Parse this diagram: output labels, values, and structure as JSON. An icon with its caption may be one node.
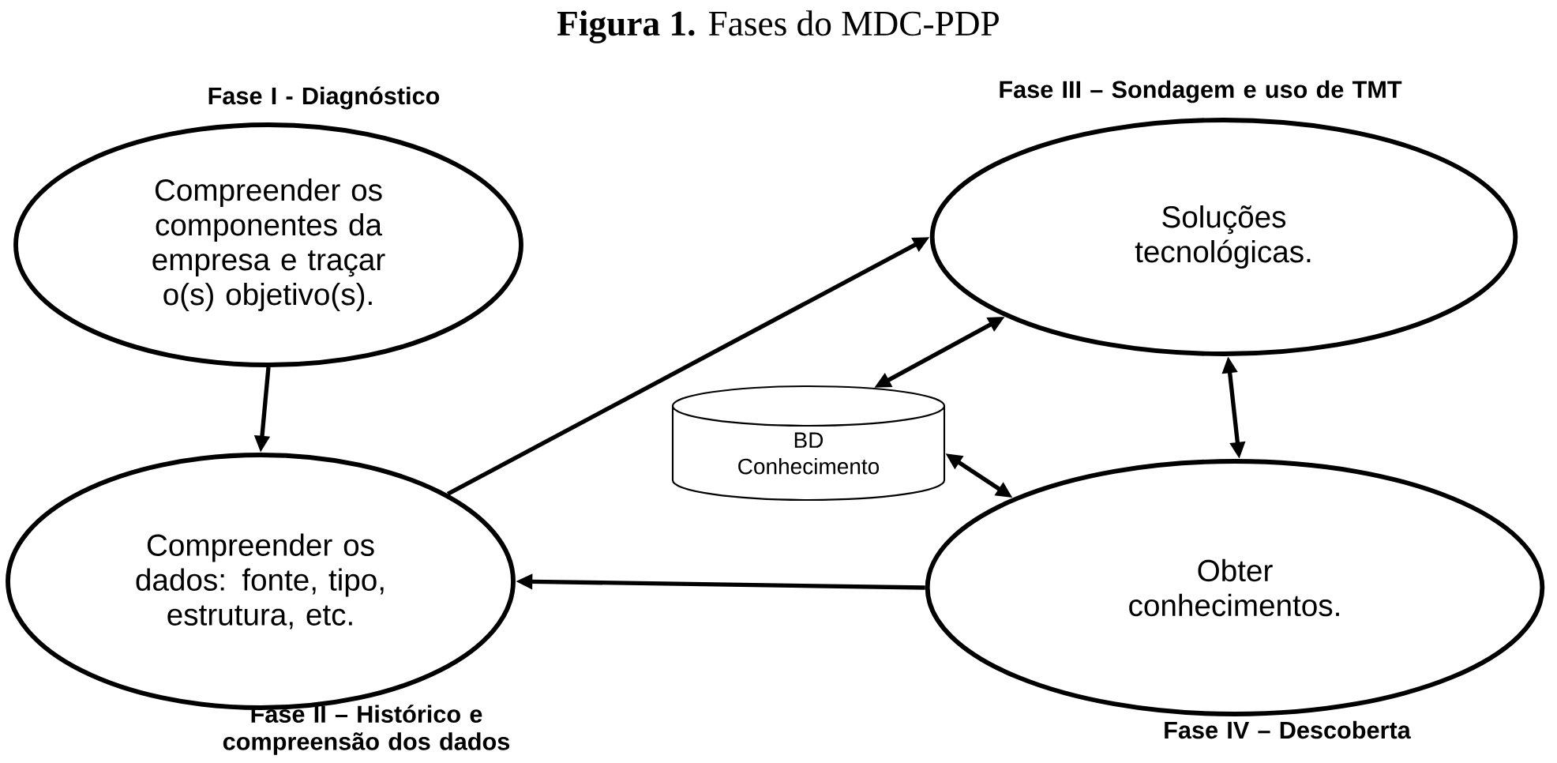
{
  "diagram": {
    "title": "**Figura 1.** Fases do MDC-PDP",
    "nodes": [
      {
        "text": [
          "Compreender os componentes da empresa e traçar o(s) objetivo(s)."
        ],
        "beside": [
          "Fase I - Diagnóstico"
        ]
      },
      {
        "text": [
          "Compreender os dados: fonte, tipo, estrutura, etc."
        ],
        "beside": [
          "Fase II – Histórico e compreensão dos dados"
        ]
      },
      {
        "text": [
          "Soluções tecnológicas."
        ],
        "beside": [
          "Fase III – Sondagem e uso de TMT"
        ]
      },
      {
        "text": [
          "Obter conhecimentos."
        ],
        "beside": [
          "Fase IV – Descoberta"
        ]
      },
      {
        "text": [
          "BD Conhecimento"
        ]
      }
    ],
    "edges": [
      {
        "from": 0,
        "to": 1,
        "arrow": "to"
      },
      {
        "from": 1,
        "to": 2,
        "arrow": "to"
      },
      {
        "from": 3,
        "to": 1,
        "arrow": "to"
      },
      {
        "from": 2,
        "to": 3,
        "arrow": "both"
      },
      {
        "from": 4,
        "to": 2,
        "arrow": "both"
      },
      {
        "from": 4,
        "to": 3,
        "arrow": "both"
      }
    ]
  }
}
